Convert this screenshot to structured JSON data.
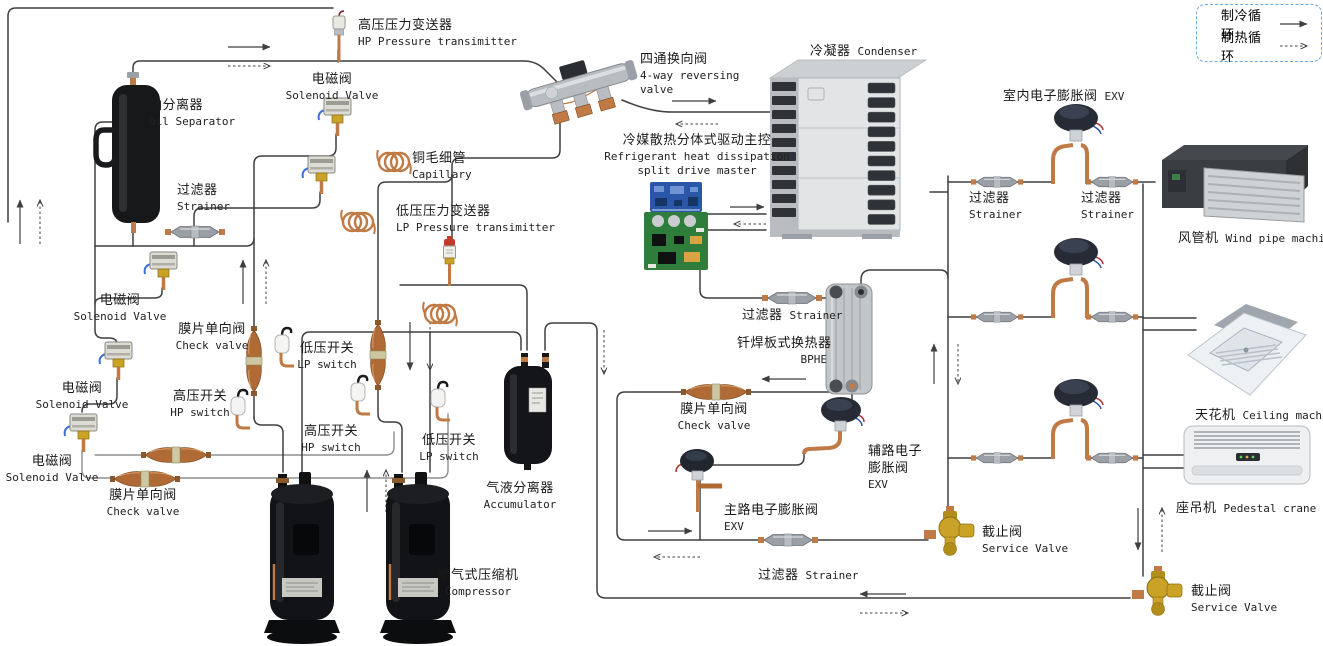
{
  "legend": {
    "cooling_label": "制冷循环",
    "heating_label": "制热循环"
  },
  "labels": [
    {
      "zh": "高压压力变送器",
      "en": "HP Pressure transimitter"
    },
    {
      "zh": "电磁阀",
      "en": "Solenoid Valve"
    },
    {
      "zh": "油分离器",
      "en": "Oil Separator"
    },
    {
      "zh": "过滤器",
      "en": "Strainer"
    },
    {
      "zh": "铜毛细管",
      "en": "Capillary"
    },
    {
      "zh": "低压压力变送器",
      "en": "LP Pressure transimitter"
    },
    {
      "zh": "四通换向阀",
      "en": "4-way reversing",
      "en2": "valve"
    },
    {
      "zh": "冷凝器",
      "en": "Condenser"
    },
    {
      "zh": "冷媒散热分体式驱动主控",
      "en": "Refrigerant heat dissipation",
      "en2": "split drive master"
    },
    {
      "zh": "室内电子膨胀阀",
      "en": "EXV"
    },
    {
      "zh": "过滤器",
      "en": "Strainer"
    },
    {
      "zh": "过滤器",
      "en": "Strainer"
    },
    {
      "zh": "风管机",
      "en": "Wind pipe machine"
    },
    {
      "zh": "电磁阀",
      "en": "Solenoid Valve"
    },
    {
      "zh": "膜片单向阀",
      "en": "Check valve"
    },
    {
      "zh": "低压开关",
      "en": "LP switch"
    },
    {
      "zh": "高压开关",
      "en": "HP switch"
    },
    {
      "zh": "高压开关",
      "en": "HP switch"
    },
    {
      "zh": "低压开关",
      "en": "LP switch"
    },
    {
      "zh": "电磁阀",
      "en": "Solenoid Valve"
    },
    {
      "zh": "电磁阀",
      "en": "Solenoid Valve"
    },
    {
      "zh": "膜片单向阀",
      "en": "Check valve"
    },
    {
      "zh": "气液分离器",
      "en": "Accumulator"
    },
    {
      "zh": "喷气式压缩机",
      "en": "Compressor"
    },
    {
      "zh": "过滤器",
      "en": "Strainer"
    },
    {
      "zh": "钎焊板式换热器",
      "en": "BPHE"
    },
    {
      "zh": "膜片单向阀",
      "en": "Check valve"
    },
    {
      "zh": "辅路电子",
      "zh2": "膨胀阀",
      "en": "EXV"
    },
    {
      "zh": "主路电子膨胀阀",
      "en": "EXV"
    },
    {
      "zh": "过滤器",
      "en": "Strainer"
    },
    {
      "zh": "截止阀",
      "en": "Service Valve"
    },
    {
      "zh": "天花机",
      "en": "Ceiling machine"
    },
    {
      "zh": "座吊机",
      "en": "Pedestal crane"
    },
    {
      "zh": "截止阀",
      "en": "Service Valve"
    }
  ]
}
